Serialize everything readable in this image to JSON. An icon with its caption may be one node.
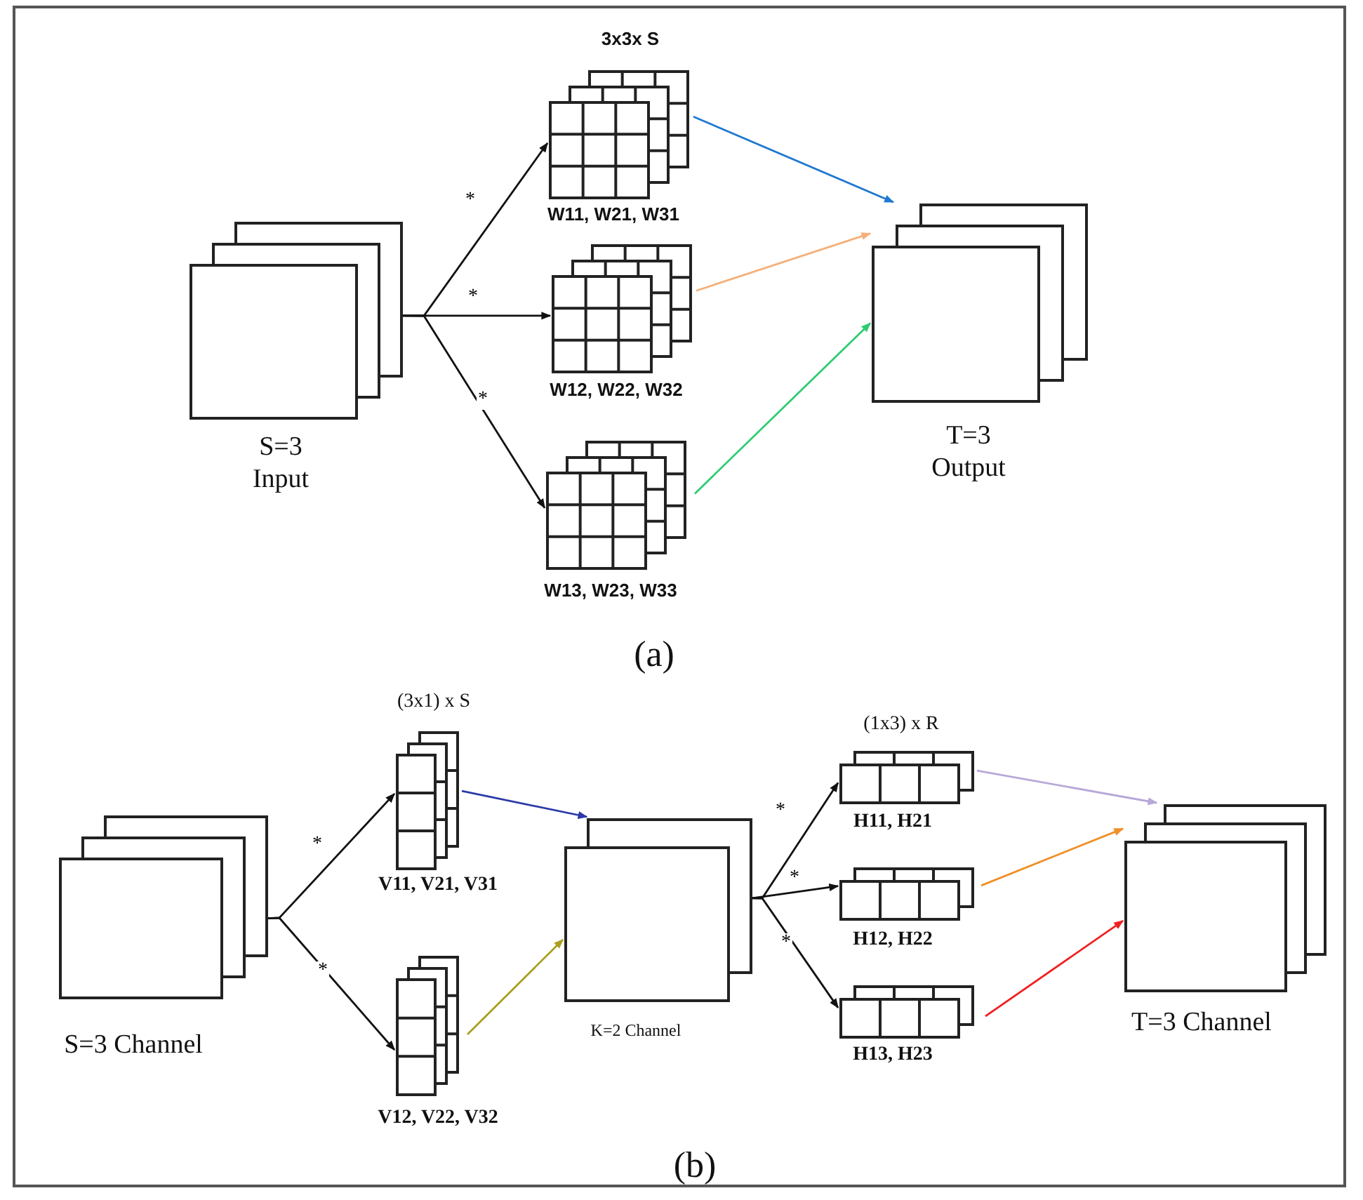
{
  "diagram": {
    "nodes": [
      {
        "text": [
          "S=3",
          "Input"
        ]
      },
      {
        "text": [
          "W11, W21, W31"
        ]
      },
      {
        "text": [
          "W12, W22, W32"
        ]
      },
      {
        "text": [
          "W13, W23, W33"
        ]
      },
      {
        "text": [
          "T=3",
          "Output"
        ]
      },
      {
        "text": [
          "S=3 Channel"
        ]
      },
      {
        "text": [
          "V11, V21, V31"
        ]
      },
      {
        "text": [
          "V12, V22, V32"
        ]
      },
      {
        "text": [
          "K=2 Channel"
        ]
      },
      {
        "text": [
          "H11, H21"
        ]
      },
      {
        "text": [
          "H12, H22"
        ]
      },
      {
        "text": [
          "H13, H23"
        ]
      },
      {
        "text": [
          "T=3 Channel"
        ]
      }
    ],
    "edges": [
      {
        "from": 0,
        "to": 1,
        "arrow": "to",
        "label": "*"
      },
      {
        "from": 0,
        "to": 2,
        "arrow": "to",
        "label": "*"
      },
      {
        "from": 0,
        "to": 3,
        "arrow": "to",
        "label": "*"
      },
      {
        "from": 1,
        "to": 4,
        "arrow": "to",
        "color": "#1f78d1"
      },
      {
        "from": 2,
        "to": 4,
        "arrow": "to",
        "color": "#f5b07a"
      },
      {
        "from": 3,
        "to": 4,
        "arrow": "to",
        "color": "#2ecc71"
      },
      {
        "from": 5,
        "to": 6,
        "arrow": "to",
        "label": "*"
      },
      {
        "from": 5,
        "to": 7,
        "arrow": "to",
        "label": "*"
      },
      {
        "from": 6,
        "to": 8,
        "arrow": "to",
        "color": "#2b3aa8"
      },
      {
        "from": 7,
        "to": 8,
        "arrow": "to",
        "color": "#a8a020"
      },
      {
        "from": 8,
        "to": 9,
        "arrow": "to",
        "label": "*"
      },
      {
        "from": 8,
        "to": 10,
        "arrow": "to",
        "label": "*"
      },
      {
        "from": 8,
        "to": 11,
        "arrow": "to",
        "label": "*"
      },
      {
        "from": 9,
        "to": 12,
        "arrow": "to",
        "color": "#b8a8d8"
      },
      {
        "from": 10,
        "to": 12,
        "arrow": "to",
        "color": "#f0902a"
      },
      {
        "from": 11,
        "to": 12,
        "arrow": "to",
        "color": "#f02020"
      }
    ],
    "labels": [
      "3x3x S",
      "(a)",
      "(3x1) x S",
      "(1x3) x R",
      "(b)"
    ]
  }
}
